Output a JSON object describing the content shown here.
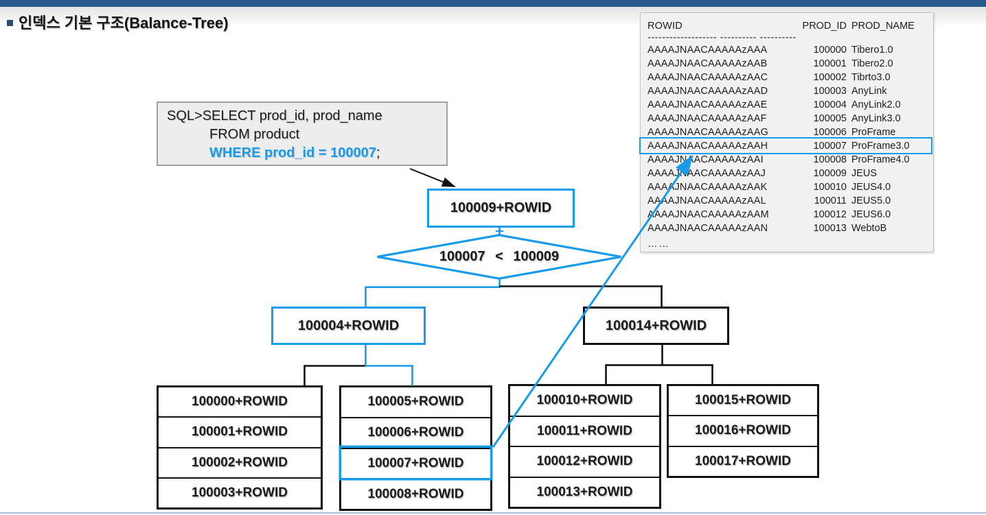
{
  "colors": {
    "accent_blue": "#189BE9",
    "top_bar": "#27598C"
  },
  "header": {
    "title": "인덱스 기본 구조(Balance-Tree)"
  },
  "sql_box": {
    "line1": "SQL>SELECT prod_id, prod_name",
    "line2": "FROM product",
    "line3_highlight": "WHERE prod_id = 100007",
    "line3_suffix": ";"
  },
  "tree": {
    "root": "100009+ROWID",
    "decision": "100007 < 100009",
    "branch_left": "100004+ROWID",
    "branch_right": "100014+ROWID",
    "leaf_blocks": [
      [
        "100000+ROWID",
        "100001+ROWID",
        "100002+ROWID",
        "100003+ROWID"
      ],
      [
        "100005+ROWID",
        "100006+ROWID",
        "100007+ROWID",
        "100008+ROWID"
      ],
      [
        "100010+ROWID",
        "100011+ROWID",
        "100012+ROWID",
        "100013+ROWID"
      ],
      [
        "100015+ROWID",
        "100016+ROWID",
        "100017+ROWID"
      ]
    ]
  },
  "table": {
    "headers": [
      "ROWID",
      "PROD_ID",
      "PROD_NAME"
    ],
    "separator": "------------------- ---------- ----------",
    "rows": [
      {
        "rowid": "AAAAJNAACAAAAAzAAA",
        "prod_id": "100000",
        "prod_name": "Tibero1.0"
      },
      {
        "rowid": "AAAAJNAACAAAAAzAAB",
        "prod_id": "100001",
        "prod_name": "Tibero2.0"
      },
      {
        "rowid": "AAAAJNAACAAAAAzAAC",
        "prod_id": "100002",
        "prod_name": "Tibrto3.0"
      },
      {
        "rowid": "AAAAJNAACAAAAAzAAD",
        "prod_id": "100003",
        "prod_name": "AnyLink"
      },
      {
        "rowid": "AAAAJNAACAAAAAzAAE",
        "prod_id": "100004",
        "prod_name": "AnyLink2.0"
      },
      {
        "rowid": "AAAAJNAACAAAAAzAAF",
        "prod_id": "100005",
        "prod_name": "AnyLink3.0"
      },
      {
        "rowid": "AAAAJNAACAAAAAzAAG",
        "prod_id": "100006",
        "prod_name": "ProFrame"
      },
      {
        "rowid": "AAAAJNAACAAAAAzAAH",
        "prod_id": "100007",
        "prod_name": "ProFrame3.0"
      },
      {
        "rowid": "AAAAJNAACAAAAAzAAI",
        "prod_id": "100008",
        "prod_name": "ProFrame4.0"
      },
      {
        "rowid": "AAAAJNAACAAAAAzAAJ",
        "prod_id": "100009",
        "prod_name": "JEUS"
      },
      {
        "rowid": "AAAAJNAACAAAAAzAAK",
        "prod_id": "100010",
        "prod_name": "JEUS4.0"
      },
      {
        "rowid": "AAAAJNAACAAAAAzAAL",
        "prod_id": "100011",
        "prod_name": "JEUS5.0"
      },
      {
        "rowid": "AAAAJNAACAAAAAzAAM",
        "prod_id": "100012",
        "prod_name": "JEUS6.0"
      },
      {
        "rowid": "AAAAJNAACAAAAAzAAN",
        "prod_id": "100013",
        "prod_name": "WebtoB"
      }
    ],
    "ellipsis": "……",
    "highlighted_row_index": 7
  }
}
